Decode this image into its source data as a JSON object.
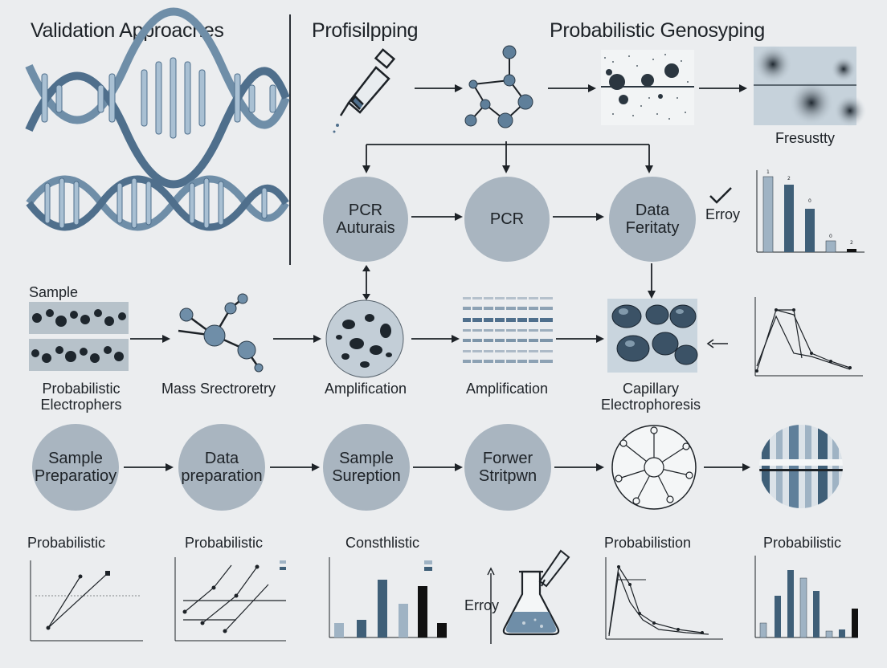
{
  "headings": {
    "validation": "Validation Approaches",
    "profiling": "Profisilpping",
    "genotyping": "Probabilistic Genosyping"
  },
  "top_labels": {
    "fresustty": "Fresustty",
    "erroy": "Erroy"
  },
  "top_circles": [
    {
      "line1": "PCR",
      "line2": "Auturais"
    },
    {
      "line1": "PCR",
      "line2": ""
    },
    {
      "line1": "Data",
      "line2": "Feritaty"
    }
  ],
  "middle": {
    "sample": "Sample",
    "steps": [
      {
        "line1": "Probabilistic",
        "line2": "Electrophers"
      },
      {
        "line1": "Mass Srectroretry",
        "line2": ""
      },
      {
        "line1": "Amplification",
        "line2": ""
      },
      {
        "line1": "Amplification",
        "line2": ""
      },
      {
        "line1": "Capillary",
        "line2": "Electrophoresis"
      }
    ]
  },
  "process_circles": [
    {
      "line1": "Sample",
      "line2": "Preparatioy"
    },
    {
      "line1": "Data",
      "line2": "preparation"
    },
    {
      "line1": "Sample",
      "line2": "Sureption"
    },
    {
      "line1": "Forwer",
      "line2": "Stritpwn"
    }
  ],
  "bottom_titles": [
    "Probabilistic",
    "Probabilistic",
    "Consthlistic",
    "Probabilistion",
    "Probabilistic"
  ],
  "bottom_erroy": "Erroy",
  "colors": {
    "background": "#ebedef",
    "circle": "#a9b5c0",
    "dna_dark": "#4f6f8c",
    "dna_light": "#a9c0d3",
    "bar_dark": "#3f5f78",
    "bar_light": "#9fb3c4",
    "bar_black": "#111111",
    "line": "#1d2227"
  }
}
